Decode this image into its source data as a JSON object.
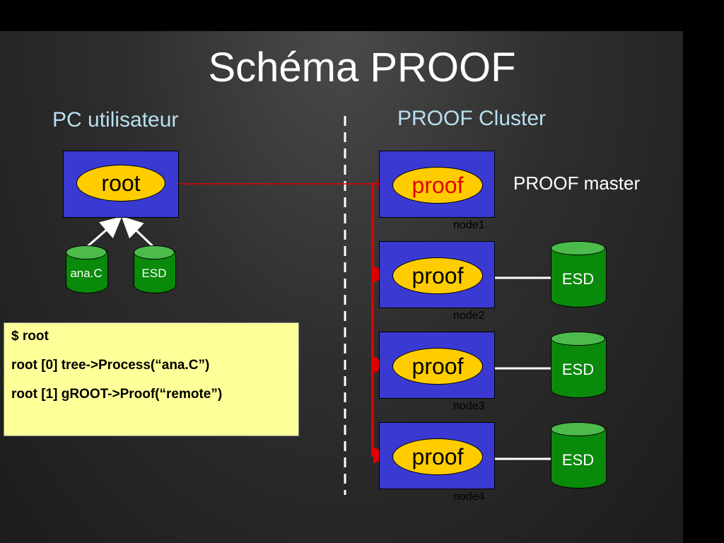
{
  "slide": {
    "title": "Schéma PROOF"
  },
  "left": {
    "heading": "PC utilisateur",
    "root_label": "root",
    "cylinders": [
      {
        "label": "ana.C"
      },
      {
        "label": "ESD"
      }
    ]
  },
  "right": {
    "heading": "PROOF Cluster",
    "master_label": "PROOF master",
    "nodes": [
      {
        "oval": "proof",
        "name": "node1"
      },
      {
        "oval": "proof",
        "name": "node2",
        "esd": "ESD"
      },
      {
        "oval": "proof",
        "name": "node3",
        "esd": "ESD"
      },
      {
        "oval": "proof",
        "name": "node4",
        "esd": "ESD"
      }
    ]
  },
  "terminal": {
    "lines": [
      "$ root",
      "root [0] tree->Process(“ana.C”)",
      "root [1] gROOT->Proof(“remote”)"
    ]
  },
  "colors": {
    "box_blue": "#3a3ad2",
    "oval_yellow": "#ffcc00",
    "cylinder_green": "#0a8a0a",
    "arrow_red": "#e00000",
    "heading_cyan": "#b9e0ee",
    "code_bg": "#ffff99"
  }
}
